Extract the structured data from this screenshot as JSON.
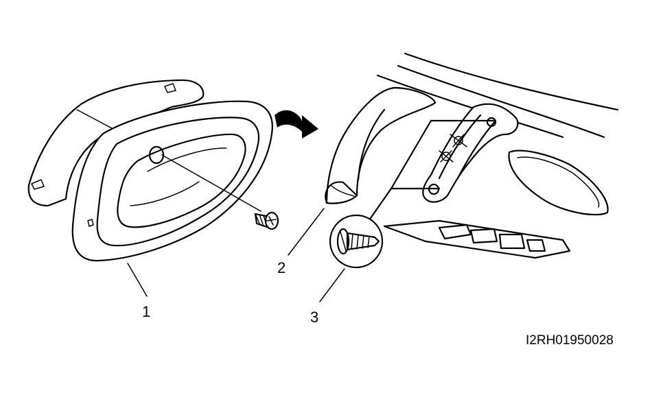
{
  "callouts": {
    "part_1": "1",
    "part_2": "2",
    "part_3": "3"
  },
  "figure_code": "I2RH01950028"
}
